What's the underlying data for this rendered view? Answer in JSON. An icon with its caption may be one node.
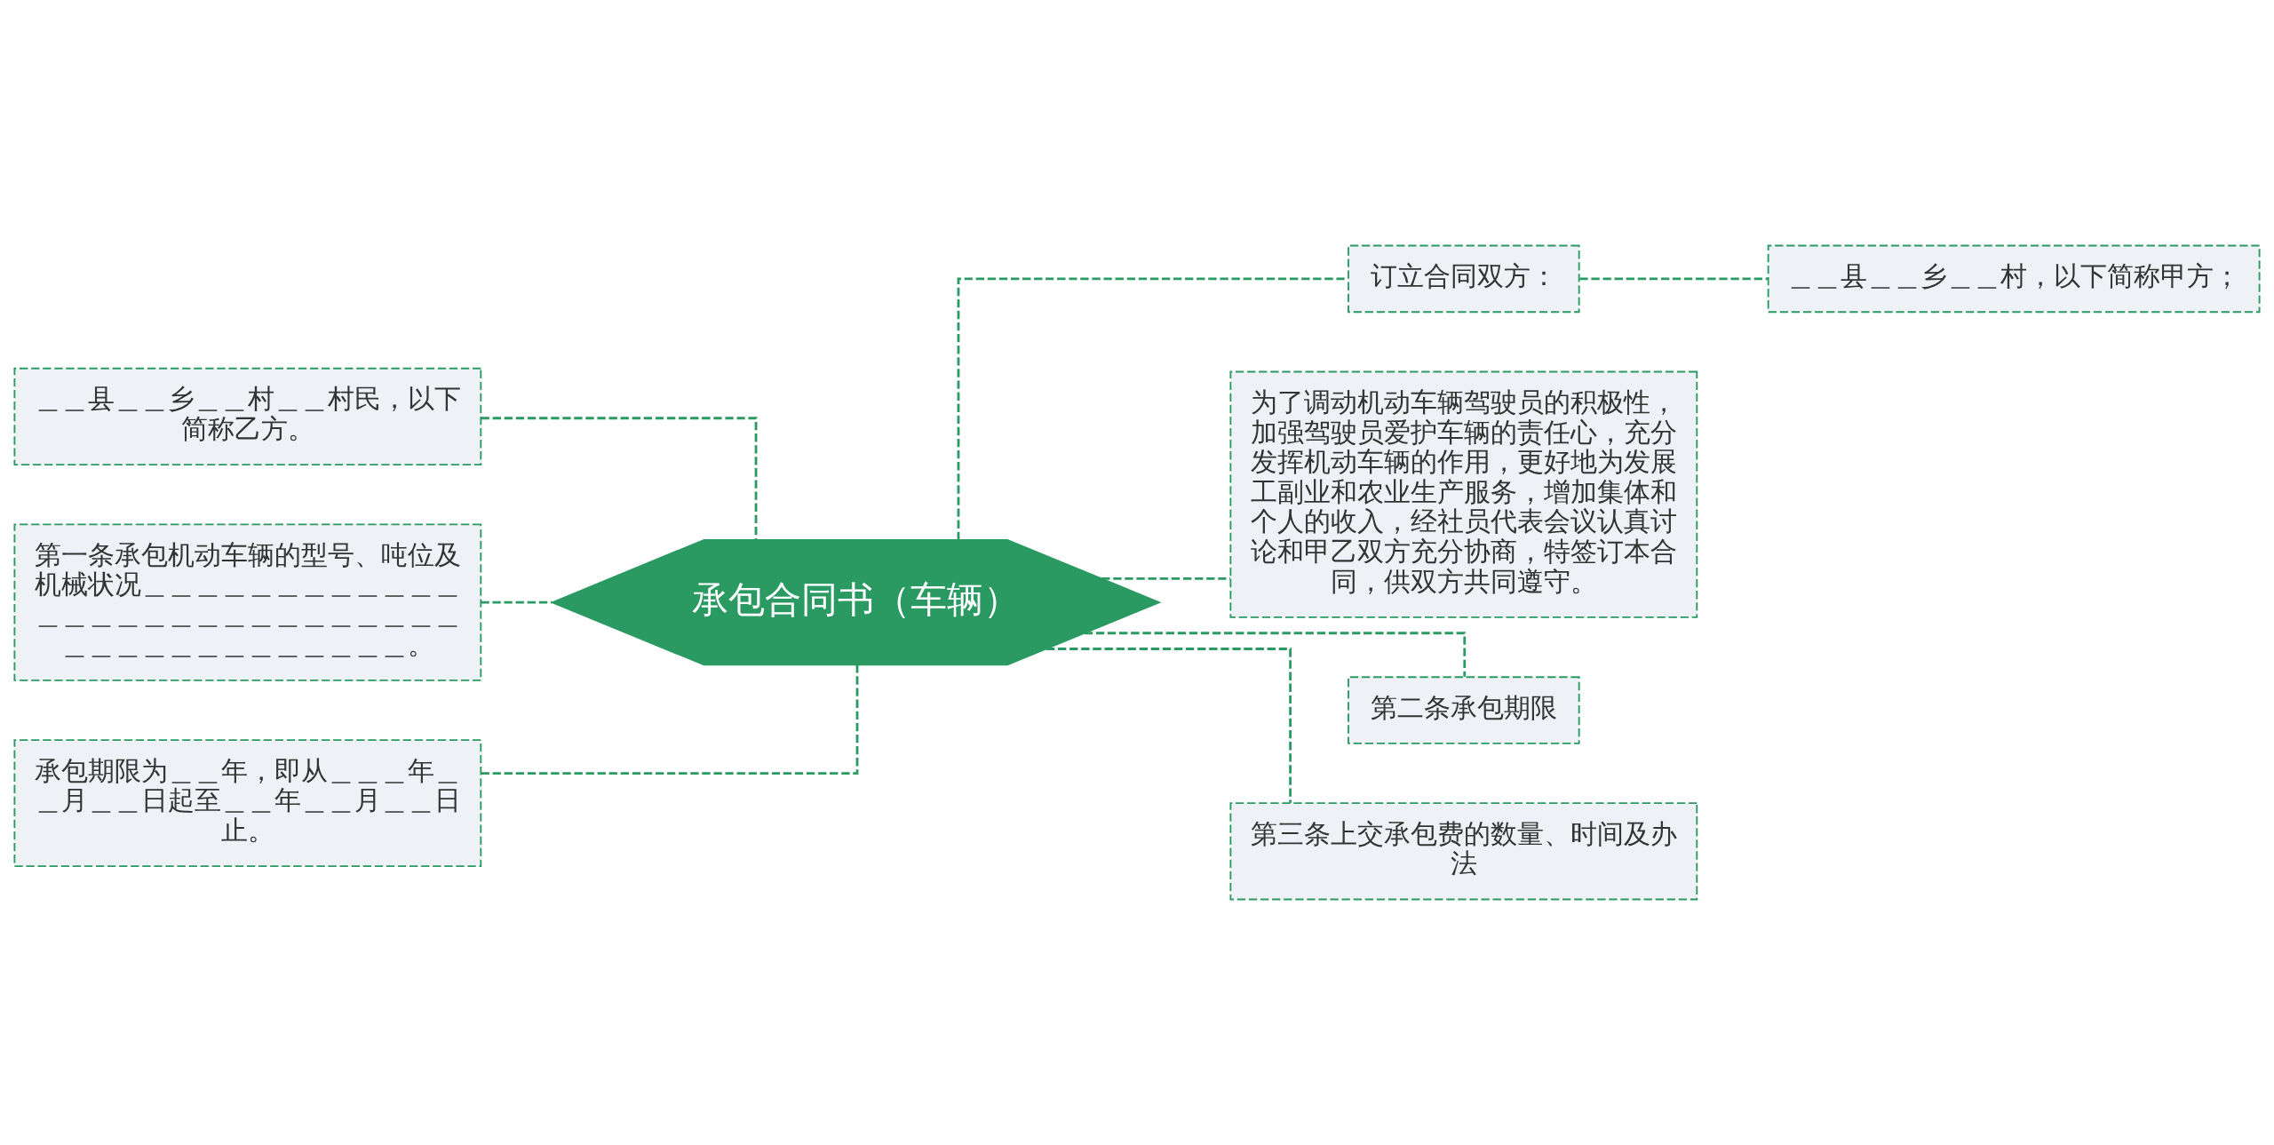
{
  "diagram": {
    "nodes": [
      {
        "text": [
          "承包合同书（车辆）"
        ]
      },
      {
        "text": [
          "＿＿县＿＿乡＿＿村＿＿村民，以下简称乙方。"
        ]
      },
      {
        "text": [
          "第一条承包机动车辆的型号、吨位及机械状况＿＿＿＿＿＿＿＿＿＿＿＿＿＿＿＿＿＿＿＿＿＿＿＿＿＿＿＿＿＿＿＿＿＿＿＿＿＿＿＿＿。"
        ]
      },
      {
        "text": [
          "承包期限为＿＿年，即从＿＿＿年＿＿月＿＿日起至＿＿年＿＿月＿＿日止。"
        ]
      },
      {
        "text": [
          "订立合同双方："
        ]
      },
      {
        "text": [
          "＿＿县＿＿乡＿＿村，以下简称甲方；"
        ]
      },
      {
        "text": [
          "为了调动机动车辆驾驶员的积极性，加强驾驶员爱护车辆的责任心，充分发挥机动车辆的作用，更好地为发展工副业和农业生产服务，增加集体和个人的收入，经社员代表会议认真讨论和甲乙双方充分协商，特签订本合同，供双方共同遵守。"
        ]
      },
      {
        "text": [
          "第二条承包期限"
        ]
      },
      {
        "text": [
          "第三条上交承包费的数量、时间及办法"
        ]
      }
    ],
    "edges": [
      {
        "from": 0,
        "to": 1,
        "arrow": "none",
        "style": "dashed"
      },
      {
        "from": 0,
        "to": 2,
        "arrow": "none",
        "style": "dashed"
      },
      {
        "from": 0,
        "to": 3,
        "arrow": "none",
        "style": "dashed"
      },
      {
        "from": 0,
        "to": 4,
        "arrow": "none",
        "style": "dashed"
      },
      {
        "from": 4,
        "to": 5,
        "arrow": "none",
        "style": "dashed"
      },
      {
        "from": 0,
        "to": 6,
        "arrow": "none",
        "style": "dashed"
      },
      {
        "from": 0,
        "to": 7,
        "arrow": "none",
        "style": "dashed"
      },
      {
        "from": 0,
        "to": 8,
        "arrow": "none",
        "style": "dashed"
      }
    ]
  }
}
